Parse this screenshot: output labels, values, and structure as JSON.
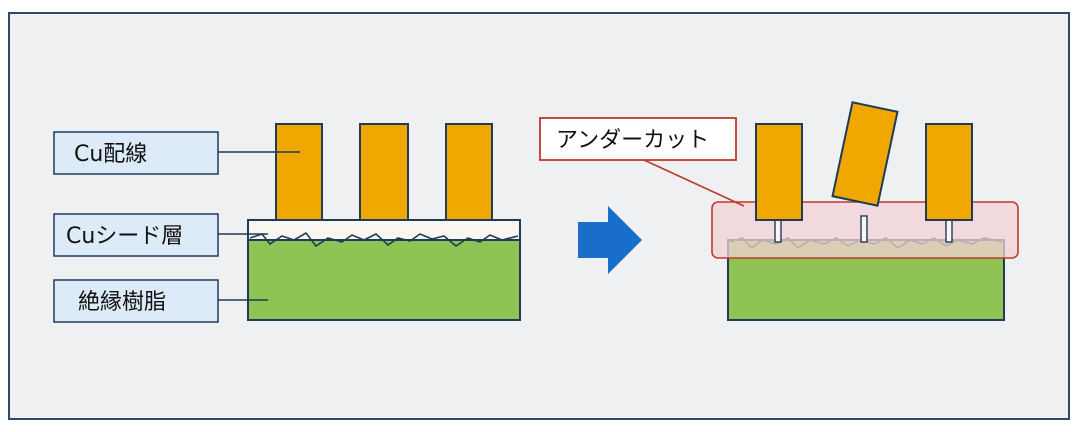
{
  "labels": {
    "cu_wiring": "Cu配線",
    "cu_seed_layer": "Cuシード層",
    "insulating_resin": "絶縁樹脂"
  },
  "callout": {
    "undercut": "アンダーカット"
  },
  "arrow_icon": "right-arrow-icon",
  "colors": {
    "background": "#eef0f1",
    "frame": "#2f4a68",
    "copper": "#f0a800",
    "resin": "#8fc454",
    "seed": "#f8f6ee",
    "label_box": "#dcebf7",
    "callout_border": "#c0392b",
    "callout_fill": "#f3d2d6",
    "arrow": "#1a6ec9"
  }
}
